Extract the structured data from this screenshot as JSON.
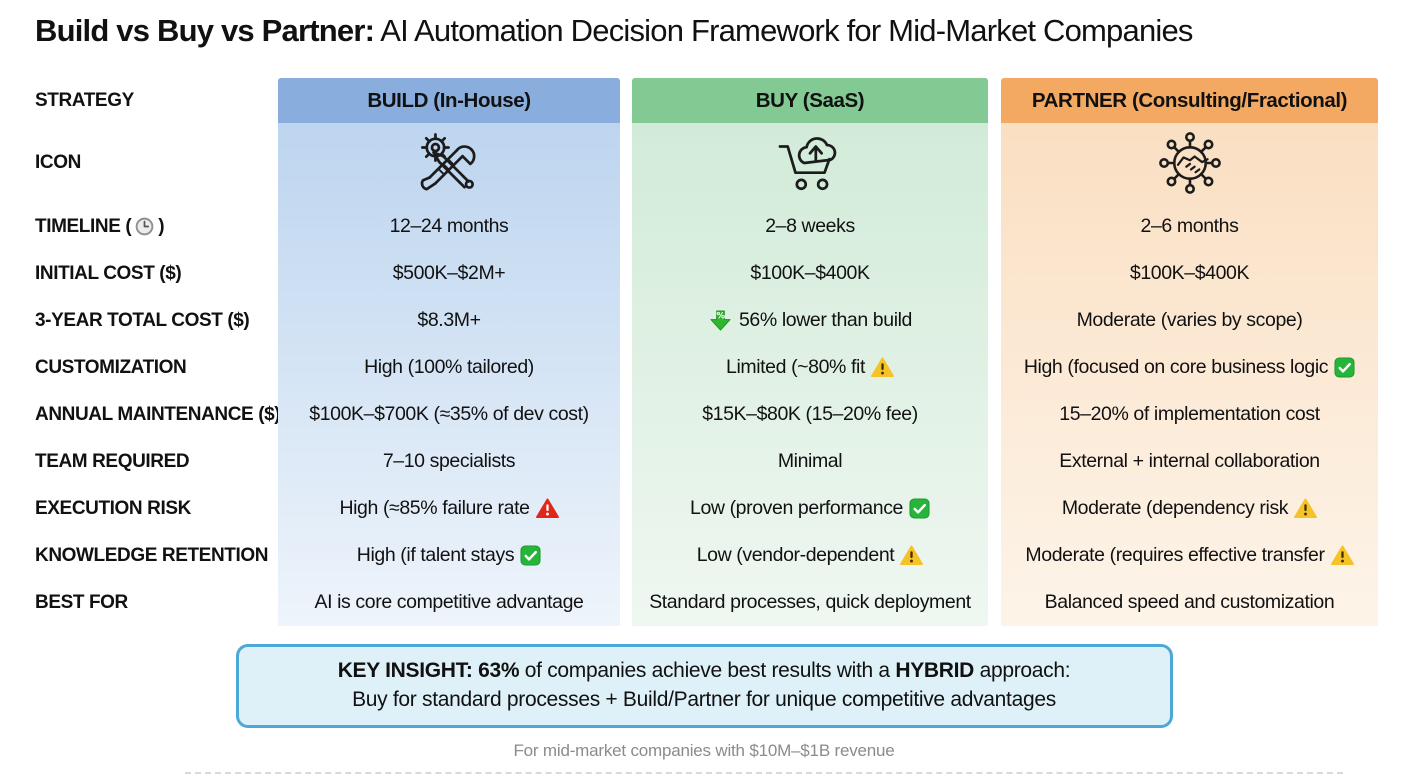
{
  "title": {
    "bold": "Build vs Buy vs Partner:",
    "rest": " AI Automation Decision Framework for Mid-Market Companies"
  },
  "rows": [
    {
      "label": "STRATEGY"
    },
    {
      "label": "ICON"
    },
    {
      "label": "TIMELINE (",
      "icon": "clock-icon",
      "suffix": ")"
    },
    {
      "label": "INITIAL COST ($)"
    },
    {
      "label": "3-YEAR TOTAL COST ($)"
    },
    {
      "label": "CUSTOMIZATION"
    },
    {
      "label": "ANNUAL MAINTENANCE ($)"
    },
    {
      "label": "TEAM REQUIRED"
    },
    {
      "label": "EXECUTION RISK"
    },
    {
      "label": "KNOWLEDGE RETENTION"
    },
    {
      "label": "BEST FOR"
    }
  ],
  "columns": [
    {
      "id": "build",
      "header": "BUILD (In-House)",
      "icon": "tools-icon",
      "colors": {
        "header": "#89aede",
        "body_top": "#bdd5ef",
        "body_bottom": "#eef4fb"
      },
      "cells": [
        {
          "text": "12–24 months"
        },
        {
          "text": "$500K–$2M+"
        },
        {
          "text": "$8.3M+"
        },
        {
          "text": "High (100% tailored)"
        },
        {
          "text": "$100K–$700K (≈35% of dev cost)"
        },
        {
          "text": "7–10 specialists"
        },
        {
          "text": "High (≈85% failure rate",
          "icon_after": "red-warning-icon"
        },
        {
          "text": "High (if talent stays",
          "icon_after": "green-check-icon"
        },
        {
          "text": "AI is core competitive advantage"
        }
      ]
    },
    {
      "id": "buy",
      "header": "BUY (SaaS)",
      "icon": "cart-cloud-icon",
      "colors": {
        "header": "#82c993",
        "body_top": "#d2ebd8",
        "body_bottom": "#eff7f1"
      },
      "cells": [
        {
          "text": "2–8 weeks"
        },
        {
          "text": "$100K–$400K"
        },
        {
          "icon_before": "percent-down-icon",
          "text": "56% lower than build"
        },
        {
          "text": "Limited (~80% fit",
          "icon_after": "yellow-warning-icon"
        },
        {
          "text": "$15K–$80K (15–20% fee)"
        },
        {
          "text": "Minimal"
        },
        {
          "text": "Low (proven performance",
          "icon_after": "green-check-icon"
        },
        {
          "text": "Low (vendor-dependent",
          "icon_after": "yellow-warning-icon"
        },
        {
          "text": "Standard processes, quick deployment"
        }
      ]
    },
    {
      "id": "partner",
      "header": "PARTNER (Consulting/Fractional)",
      "icon": "handshake-network-icon",
      "colors": {
        "header": "#f4a963",
        "body_top": "#fadfc2",
        "body_bottom": "#fdf4e9"
      },
      "cells": [
        {
          "text": "2–6 months"
        },
        {
          "text": "$100K–$400K"
        },
        {
          "text": "Moderate (varies by scope)"
        },
        {
          "text": "High (focused on core business logic",
          "icon_after": "green-check-icon"
        },
        {
          "text": "15–20% of implementation cost"
        },
        {
          "text": "External + internal collaboration"
        },
        {
          "text": "Moderate (dependency risk",
          "icon_after": "yellow-warning-icon"
        },
        {
          "text": "Moderate (requires effective transfer",
          "icon_after": "yellow-warning-icon"
        },
        {
          "text": "Balanced speed and customization"
        }
      ]
    }
  ],
  "insight": {
    "bold1": "KEY INSIGHT: 63%",
    "mid": " of companies achieve best results with a ",
    "bold2": "HYBRID",
    "suffix": " approach:",
    "line2": "Buy for standard processes + Build/Partner for unique competitive advantages",
    "bg": "#def0f8",
    "border": "#4da7d7"
  },
  "footnote": "For mid-market companies with $10M–$1B revenue"
}
